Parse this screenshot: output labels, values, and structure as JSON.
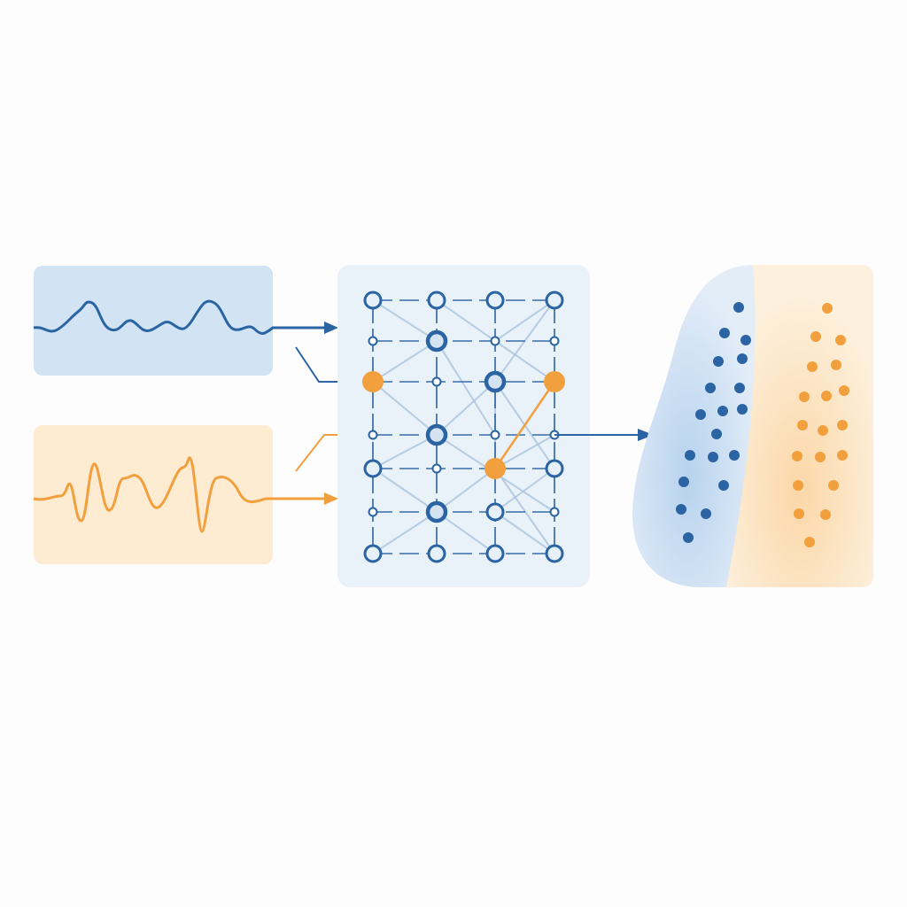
{
  "colors": {
    "blue": "#2a64a3",
    "orange": "#f2a03d",
    "blue_panel": "#d2e3f3",
    "orange_panel": "#fdebd2",
    "grid_panel": "#e9f1f9",
    "light_edge": "#a9c3de"
  },
  "diagram": {
    "inputs": [
      "blue-wave-signal",
      "orange-wave-signal"
    ],
    "network_grid": {
      "columns": 4,
      "rows": 7
    },
    "output": [
      "blue-cluster",
      "orange-cluster"
    ]
  }
}
